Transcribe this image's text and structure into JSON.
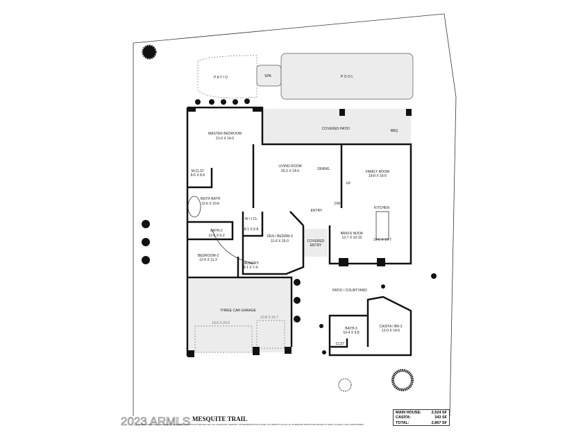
{
  "site": {
    "patio": "P A T I O",
    "spa": "SPA",
    "pool": "P O O L",
    "covered_patio": "COVERED PATIO",
    "bbq": "BBQ",
    "patio_courtyard": "PATIO / COURTYARD"
  },
  "rooms": {
    "master_bedroom": {
      "name": "MASTER BEDROOM",
      "dims": "21-0  X  14-0"
    },
    "m_clst": {
      "name": "M-CLST",
      "dims": "8-6 X 8-6"
    },
    "mstr_bath": {
      "name": "MSTR BATH",
      "dims": "12-6 X 10-6"
    },
    "bath_2": {
      "name": "BATH-2",
      "dims": "12-6 X 6-2"
    },
    "bedroom_2": {
      "name": "BEDROOM-2",
      "dims": "12-6 X 11-2"
    },
    "wi_cl": {
      "name": "W / I CL",
      "dims": "8-1 X 6-8"
    },
    "laundry": {
      "name": "LAUNDRY",
      "dims": "8-1 X 7-4"
    },
    "den": {
      "name": "DEN / BEDRM-3",
      "dims": "11-6  X  15-0"
    },
    "living_room": {
      "name": "LIVING ROOM",
      "dims": "25-2  X  14-0"
    },
    "dining": {
      "name": "DINING"
    },
    "entry": {
      "name": "ENTRY"
    },
    "covered_entry": {
      "name": "COVERED",
      "name2": "ENTRY"
    },
    "fp": {
      "name": "FP"
    },
    "dw": {
      "name": "DW"
    },
    "family_room": {
      "name": "FAMILY ROOM",
      "dims": "19-8  X  16-5"
    },
    "kitchen": {
      "name": "KITCHEN",
      "dims": "10-6 X 16-7"
    },
    "brkfst_nook": {
      "name": "BRKFS NOOK",
      "dims": "12-7 X 10-10"
    },
    "garage": {
      "name": "THREE CAR GARAGE",
      "dims_a": "19-6 X 20-2",
      "dims_b": "10-8 X 15-7"
    },
    "bath_3": {
      "name": "BATH-3",
      "dims": "10-4 X 9-8"
    },
    "clst": {
      "name": "CLST"
    },
    "casita": {
      "name": "CASITA / BR-3",
      "dims": "12-0  X  14-6"
    }
  },
  "footer": {
    "title": "MESQUITE TRAIL",
    "watermark": "2023 ARMLS",
    "disclaimer": "FLOORPLAN DRAWINGS & MEASUREMENTS ARE FOR ILLUSTRATIVE PURPOSES ONLY. NO GUARANTEE, WARRANTY OR REPRESENTATION IS MADE. NOT DRAWN TO SCALE. ALL INTERESTED PARTIES ARE ADVISED TO VERIFY ACCURACY AND COMPLETENESS."
  },
  "areas": [
    {
      "label": "MAIN HOUSE:",
      "value": "2,524 SF"
    },
    {
      "label": "CASITA:",
      "value": "343 SF"
    },
    {
      "label": "TOTAL:",
      "value": "2,867 SF"
    }
  ]
}
